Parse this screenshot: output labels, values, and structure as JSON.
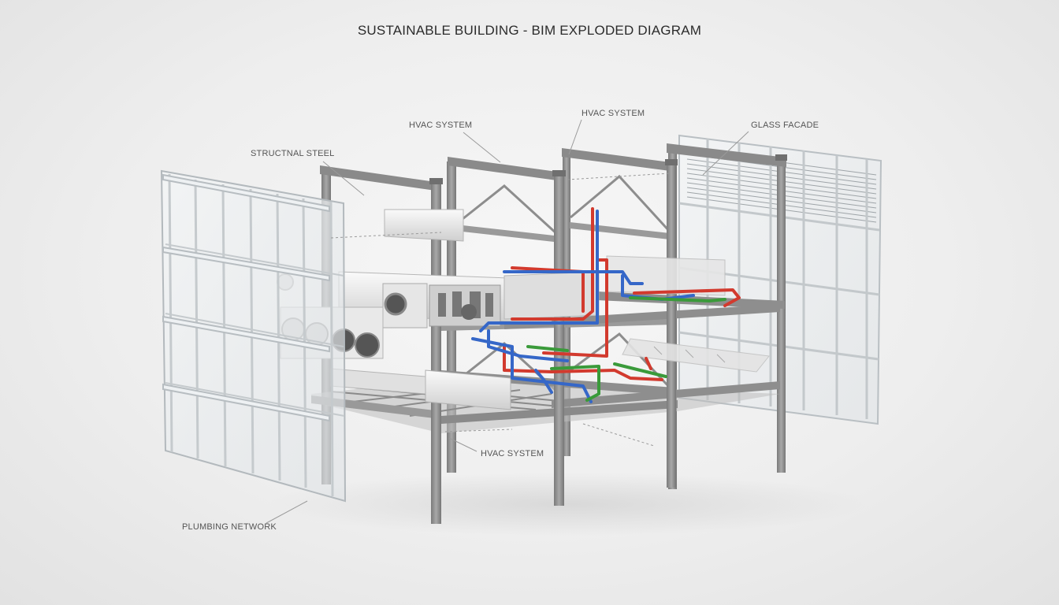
{
  "title": "SUSTAINABLE BUILDING - BIM EXPLODED DIAGRAM",
  "labels": {
    "structural_steel": "STRUCTNAL STEEL",
    "hvac_top_left": "HVAC SYSTEM",
    "hvac_top_right": "HVAC SYSTEM",
    "glass_facade": "GLASS FACADE",
    "hvac_bottom": "HVAC SYSTEM",
    "plumbing_network": "PLUMBING NETWORK"
  },
  "colors": {
    "steel": "#8e8e8e",
    "steel_dark": "#6f6f6f",
    "glass": "#e9edef",
    "pipe_hot": "#d23a2e",
    "pipe_cold": "#3567c8",
    "pipe_green": "#3a9a3a",
    "leader": "#9a9a9a"
  }
}
